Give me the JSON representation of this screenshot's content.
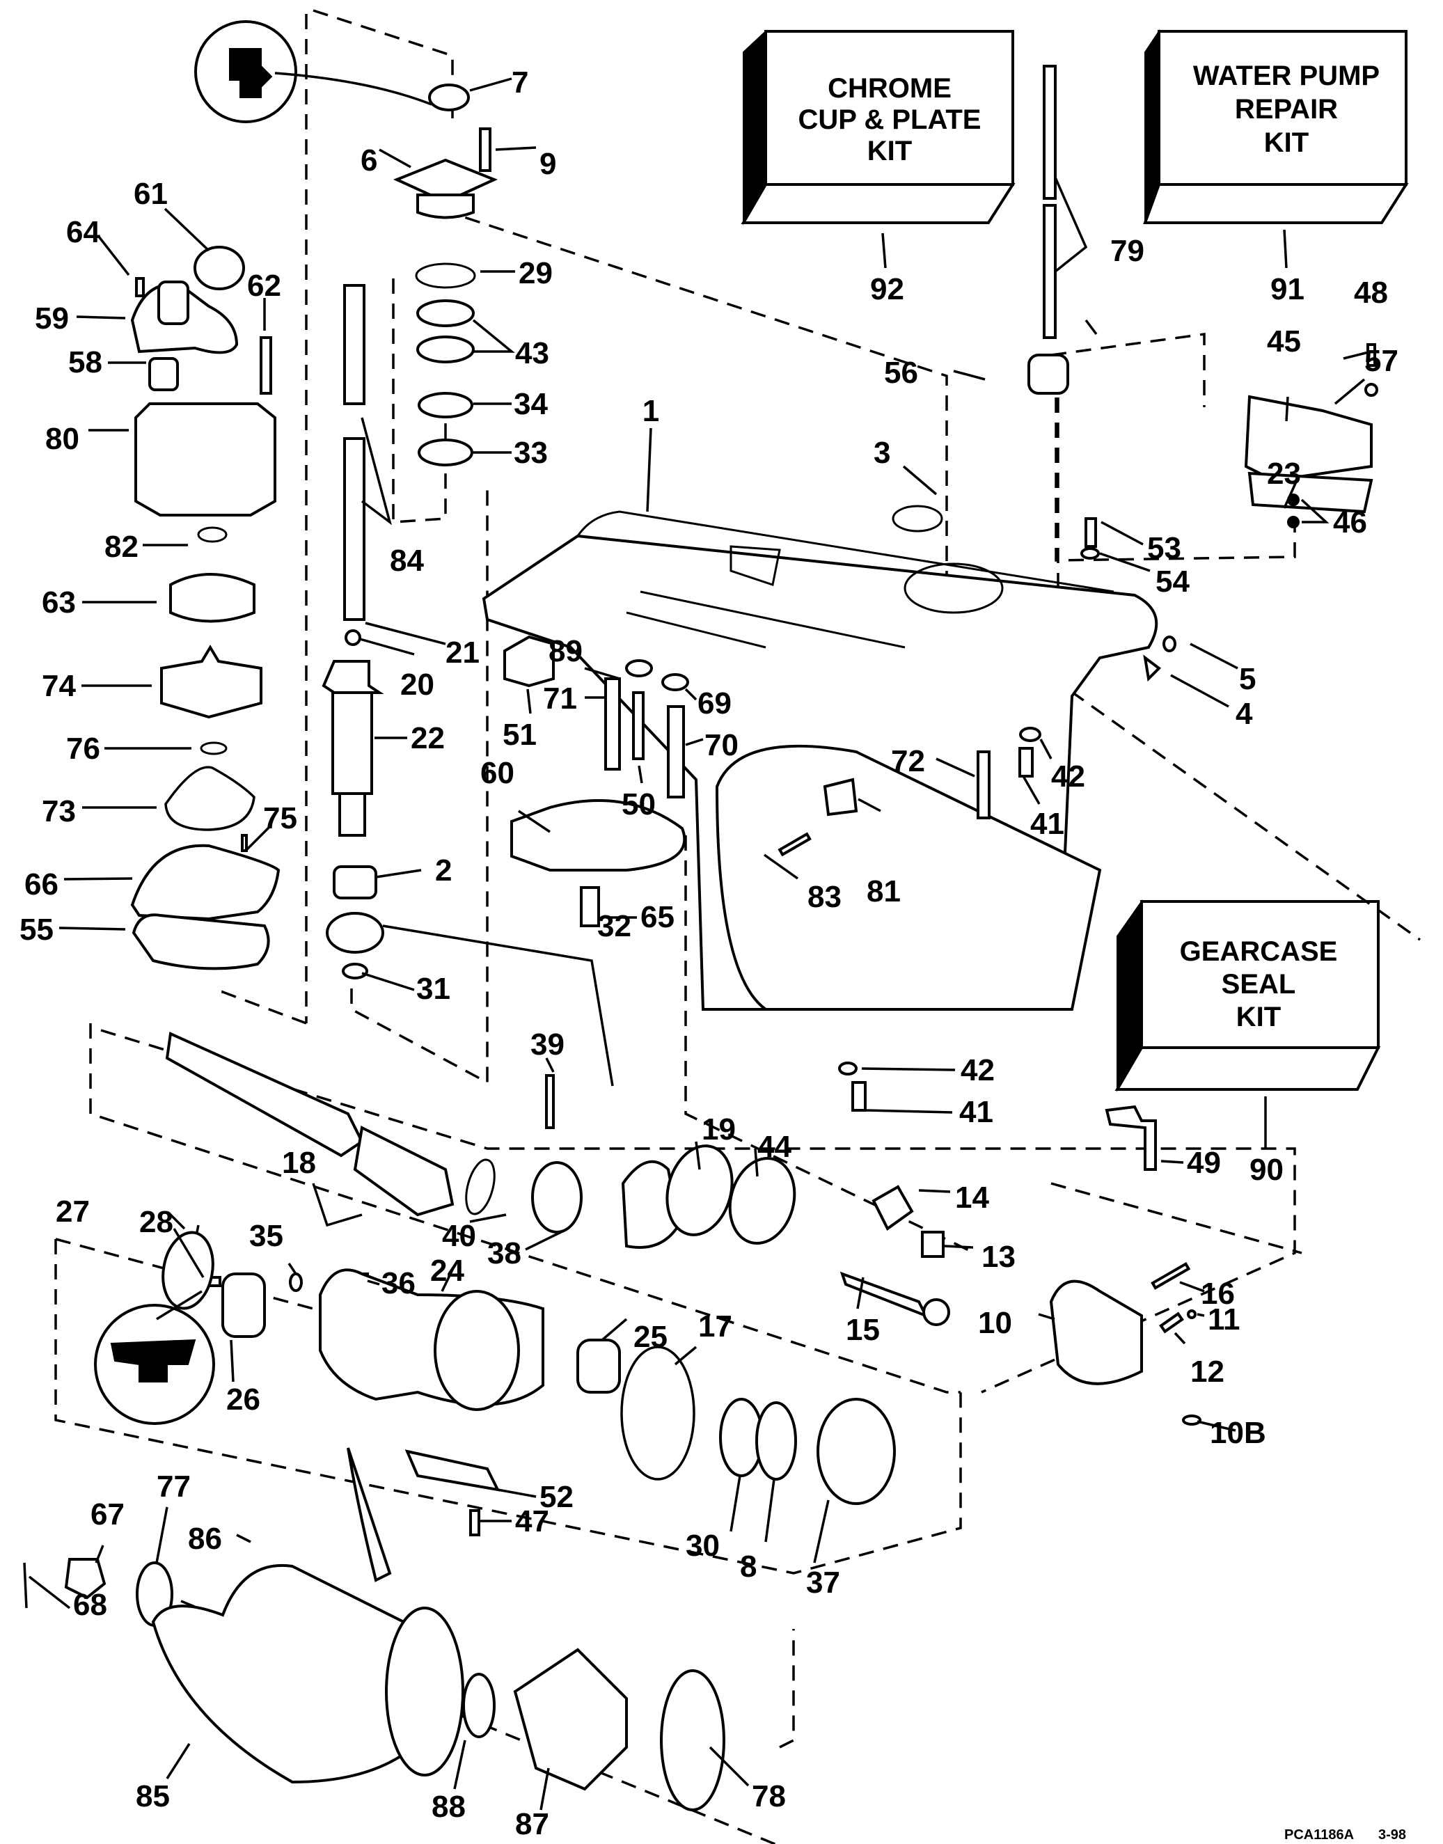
{
  "diagram": {
    "title": "Gearcase exploded parts diagram",
    "footer": {
      "drawing_code": "PCA1186A",
      "date_code": "3-98"
    },
    "colors": {
      "ink": "#000000",
      "paper": "#ffffff"
    },
    "kits": [
      {
        "id": "92",
        "lines": [
          "CHROME",
          "CUP & PLATE",
          "KIT"
        ]
      },
      {
        "id": "91",
        "lines": [
          "WATER PUMP",
          "REPAIR",
          "KIT"
        ]
      },
      {
        "id": "90",
        "lines": [
          "GEARCASE",
          "SEAL",
          "KIT"
        ]
      }
    ],
    "callouts": [
      "1",
      "2",
      "3",
      "4",
      "5",
      "6",
      "7",
      "8",
      "9",
      "10",
      "10B",
      "11",
      "12",
      "13",
      "14",
      "15",
      "16",
      "17",
      "18",
      "19",
      "20",
      "21",
      "22",
      "23",
      "24",
      "25",
      "26",
      "27",
      "28",
      "29",
      "30",
      "31",
      "32",
      "33",
      "34",
      "35",
      "36",
      "37",
      "38",
      "39",
      "40",
      "41",
      "42",
      "42",
      "41",
      "43",
      "44",
      "45",
      "46",
      "47",
      "48",
      "49",
      "50",
      "51",
      "52",
      "53",
      "54",
      "55",
      "56",
      "57",
      "58",
      "59",
      "60",
      "61",
      "62",
      "63",
      "64",
      "65",
      "66",
      "67",
      "68",
      "69",
      "70",
      "71",
      "72",
      "73",
      "74",
      "75",
      "76",
      "77",
      "78",
      "79",
      "80",
      "81",
      "82",
      "83",
      "84",
      "85",
      "86",
      "87",
      "88",
      "89",
      "90",
      "91",
      "92"
    ],
    "parts": {
      "water_pump": [
        "61",
        "64",
        "62",
        "59",
        "58",
        "80",
        "82",
        "63",
        "74",
        "76",
        "73",
        "75",
        "66",
        "55"
      ],
      "driveshaft": [
        "7",
        "6",
        "9",
        "29",
        "43",
        "34",
        "33",
        "84",
        "21",
        "20",
        "22",
        "2",
        "32",
        "31"
      ],
      "gearcase": [
        "1",
        "3",
        "4",
        "5",
        "41",
        "42",
        "51",
        "60",
        "65",
        "69",
        "70",
        "71",
        "72",
        "50",
        "81",
        "83",
        "89"
      ],
      "shift": [
        "10",
        "10B",
        "11",
        "12",
        "13",
        "14",
        "15",
        "16",
        "49"
      ],
      "propshaft": [
        "18",
        "19",
        "39",
        "40",
        "38",
        "44",
        "24",
        "25",
        "17",
        "26",
        "27",
        "28",
        "35",
        "36",
        "52",
        "47",
        "30",
        "8",
        "37"
      ],
      "propeller": [
        "67",
        "77",
        "68",
        "86",
        "85",
        "88",
        "87",
        "78"
      ],
      "upper": [
        "56",
        "79",
        "45",
        "48",
        "57",
        "23",
        "46",
        "53",
        "54"
      ]
    }
  }
}
